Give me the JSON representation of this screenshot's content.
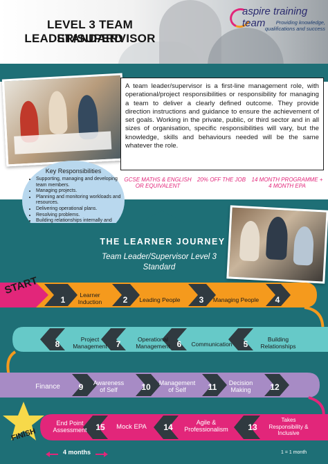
{
  "header": {
    "title_line1": "LEVEL 3 TEAM LEADER/SUPERVISOR",
    "title_line2": "STANDARD"
  },
  "logo": {
    "name": "aspire training team",
    "tagline_line1": "Providing knowledge,",
    "tagline_line2": "qualifications and success"
  },
  "description": "A team leader/supervisor is a first-line management role, with operational/project responsibilities or responsibility for managing a team to deliver a clearly defined outcome. They provide direction instructions and guidance to ensure the achievement of set goals. Working in the private, public, or third sector and in all sizes of organisation, specific responsibilities will vary, but the knowledge, skills and behaviours needed will be the same whatever the role.",
  "key_responsibilities": {
    "title": "Key Responsibilities",
    "items": [
      "Supporting, managing and developing team members.",
      "Managing projects.",
      "Planning and monitoring workloads and resources.",
      "Delivering operational plans.",
      "Resolving problems.",
      "Building relationships internally and externally."
    ]
  },
  "highlights": [
    {
      "line1": "GCSE MATHS & ENGLISH",
      "line2": "OR EQUIVALENT"
    },
    {
      "line1": "20% OFF THE JOB",
      "line2": ""
    },
    {
      "line1": "14 MONTH PROGRAMME +",
      "line2": "4 MONTH EPA"
    }
  ],
  "journey": {
    "title": "THE LEARNER JOURNEY",
    "subtitle_line1": "Team Leader/Supervisor Level 3",
    "subtitle_line2": "Standard",
    "start_label": "START",
    "finish_label": "FINISH",
    "steps": [
      {
        "n": "1",
        "l1": "Learner",
        "l2": "Induction"
      },
      {
        "n": "2",
        "l1": "Leading People",
        "l2": ""
      },
      {
        "n": "3",
        "l1": "Managing People",
        "l2": ""
      },
      {
        "n": "4",
        "l1": "",
        "l2": ""
      },
      {
        "n": "5",
        "l1": "Building",
        "l2": "Relationships"
      },
      {
        "n": "6",
        "l1": "Communication",
        "l2": ""
      },
      {
        "n": "7",
        "l1": "Operational",
        "l2": "Management"
      },
      {
        "n": "8",
        "l1": "Project",
        "l2": "Management"
      },
      {
        "n": "9",
        "l1": "Finance",
        "l2": ""
      },
      {
        "n": "10",
        "l1": "Awareness",
        "l2": "of Self"
      },
      {
        "n": "11",
        "l1": "Management",
        "l2": "of Self"
      },
      {
        "n": "12",
        "l1": "Decision",
        "l2": "Making"
      },
      {
        "n": "13",
        "l1": "Takes",
        "l2": "Responsibility &",
        "l3": "Inclusive"
      },
      {
        "n": "14",
        "l1": "Agile &",
        "l2": "Professionalism"
      },
      {
        "n": "15",
        "l1": "Mock EPA",
        "l2": ""
      },
      {
        "n": "",
        "l1": "End Point",
        "l2": "Assessment"
      }
    ],
    "months_label": "4 months",
    "scale_note": "1 = 1 month"
  },
  "colors": {
    "teal": "#1e6f76",
    "orange": "#f59a1d",
    "aqua": "#66c9c8",
    "purple": "#a78bc5",
    "pink": "#e2267a",
    "star": "#f7d94a",
    "chevron": "#303a40"
  }
}
